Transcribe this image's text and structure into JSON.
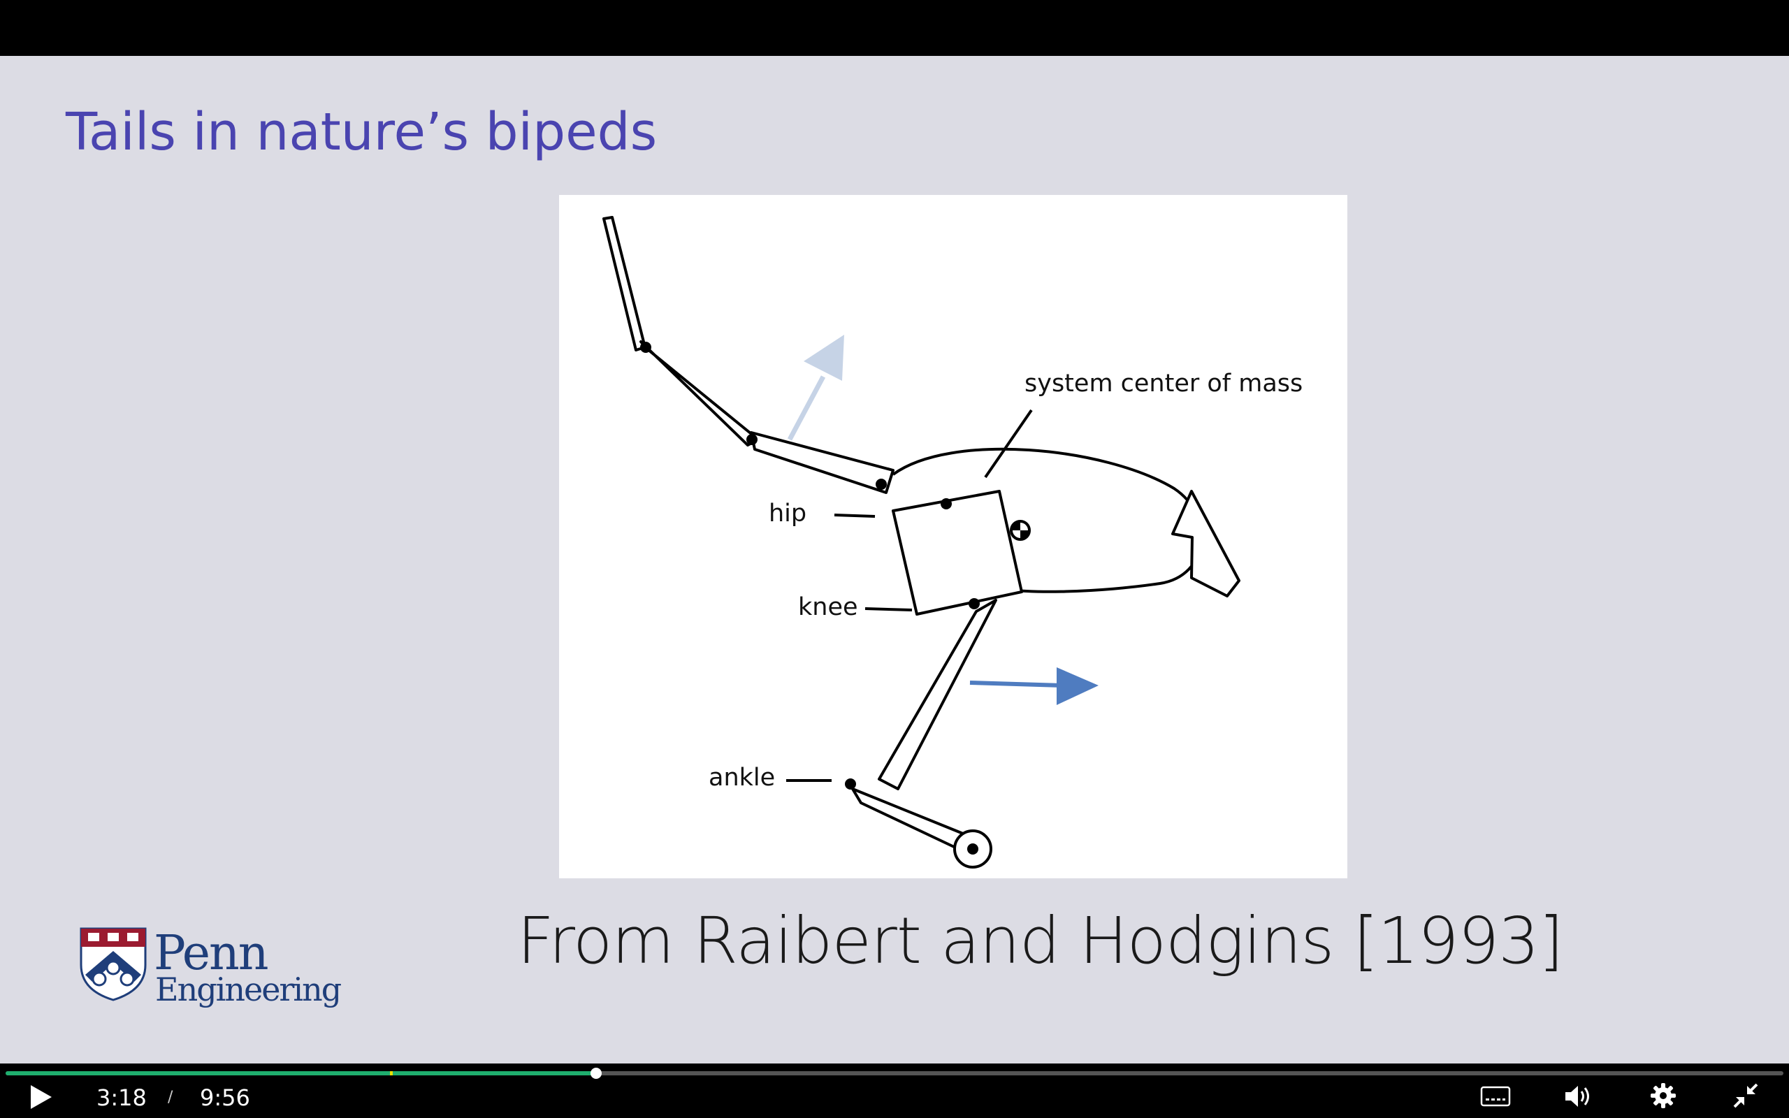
{
  "slide": {
    "title": "Tails in nature’s bipeds",
    "caption": "From Raibert and Hodgins [1993]"
  },
  "figure": {
    "labels": {
      "center_of_mass": "system center of mass",
      "hip": "hip",
      "knee": "knee",
      "ankle": "ankle"
    }
  },
  "logo": {
    "name": "Penn",
    "subtitle": "Engineering"
  },
  "player": {
    "current_time": "3:18",
    "separator": "/",
    "duration": "9:56",
    "progress_fraction": 0.332,
    "buffered_marker_fraction": 0.216,
    "accent_color": "#1fae6e",
    "icons": [
      "play-icon",
      "captions-icon",
      "volume-icon",
      "settings-icon",
      "exit-fullscreen-icon"
    ]
  }
}
